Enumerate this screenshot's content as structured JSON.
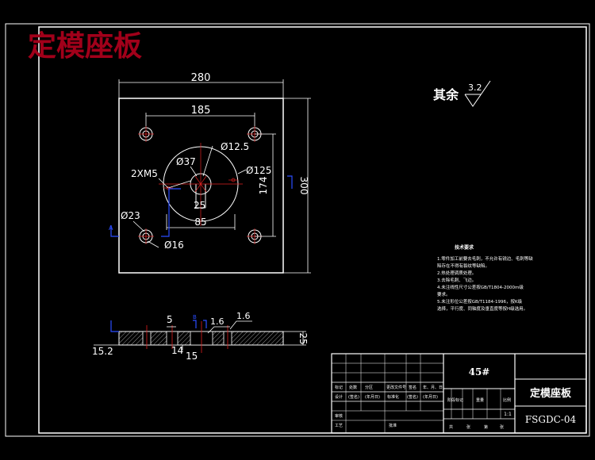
{
  "title_watermark": "定模座板",
  "surface_finish": {
    "label": "其余",
    "value": "3.2"
  },
  "dimensions": {
    "width": "280",
    "hole_spacing_h": "185",
    "hole_dia_small": "Ø12.5",
    "center_dia": "Ø37",
    "thread": "2XM5",
    "ring_dia": "Ø125",
    "slot_width": "25",
    "ring_spacing": "85",
    "counterbore": "Ø23",
    "hole_dia": "Ø16",
    "height": "300",
    "hole_spacing_v": "174",
    "thk_step": "5",
    "roughness_a": "1.6",
    "roughness_b": "1.6",
    "left_dim": "15.2",
    "mid_dim_a": "14",
    "mid_dim_b": "15",
    "thickness": "25"
  },
  "section_markers": {
    "a": "A",
    "b": "B"
  },
  "tech_notes": {
    "heading": "技术要求",
    "lines": [
      "1.零件加工前要去毛刺，不允许有锐边、毛刺等缺",
      "陷存在不得有裂纹等缺陷。",
      "2.热处理调质处理。",
      "3.去除毛刺、飞边。",
      "4.未注线性尺寸公差按GB/T1804-2000m级",
      "要求。",
      "5.未注形位公差按GB/T1184-1996，按K级",
      "选择，平行度、同轴度及垂直度等按H级选用。"
    ]
  },
  "title_block": {
    "material": "45#",
    "part_name": "定模座板",
    "drawing_no": "FSGDC-04",
    "scale": "1:1",
    "row_labels_1": [
      "标记",
      "处数",
      "分区",
      "更改文件号",
      "签名",
      "年、月、日"
    ],
    "row_labels_2": [
      "设计",
      "(签名)",
      "(年月日)",
      "标准化",
      "(签名)",
      "(年月日)"
    ],
    "row_labels_3": [
      "审核",
      "工艺",
      "批准"
    ],
    "stage_labels": [
      "阶段标记",
      "重量",
      "比例"
    ],
    "sheet_labels": [
      "共",
      "张",
      "第",
      "张"
    ]
  }
}
